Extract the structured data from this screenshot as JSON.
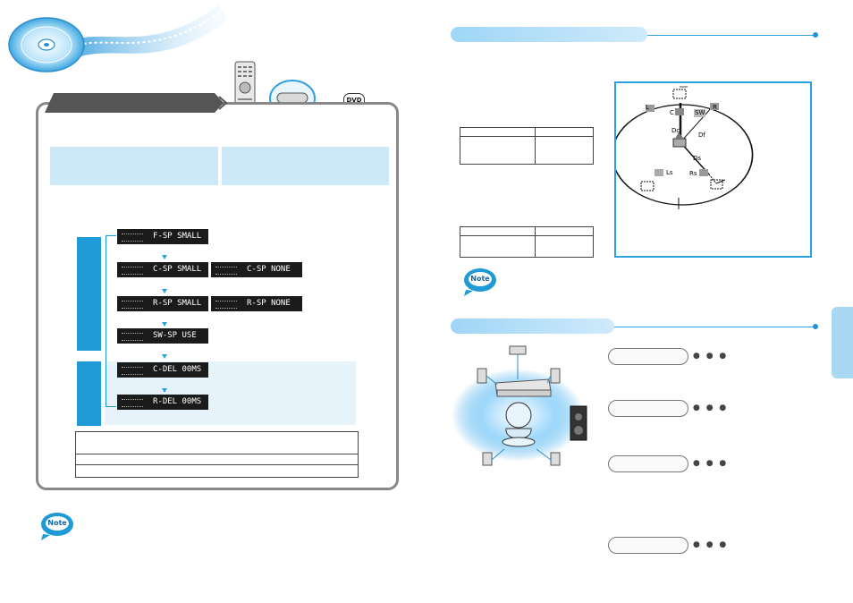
{
  "osd": {
    "front": "F-SP SMALL",
    "center_small": "C-SP SMALL",
    "center_none": "C-SP NONE",
    "rear_small": "R-SP SMALL",
    "rear_none": "R-SP NONE",
    "subwoofer": "SW-SP USE",
    "center_delay": "C-DEL 00MS",
    "rear_delay": "R-DEL 00MS"
  },
  "badges": {
    "dvd": "DVD",
    "note": "Note"
  },
  "diagram": {
    "labels": {
      "left": "L",
      "center": "C",
      "subwoofer": "SW",
      "right": "R",
      "dc": "Dc",
      "df": "Df",
      "ds": "Ds",
      "left_surround": "Ls",
      "right_surround": "Rs"
    }
  },
  "colors": {
    "accent_blue": "#1e9ad6",
    "light_blue": "#cde8f7",
    "lcd_black": "#1b1b1b",
    "panel_border": "#888888"
  },
  "icons": {
    "remote": "remote-control-icon",
    "button": "oval-button-icon",
    "disc": "disc-icon",
    "note": "note-badge-icon"
  }
}
